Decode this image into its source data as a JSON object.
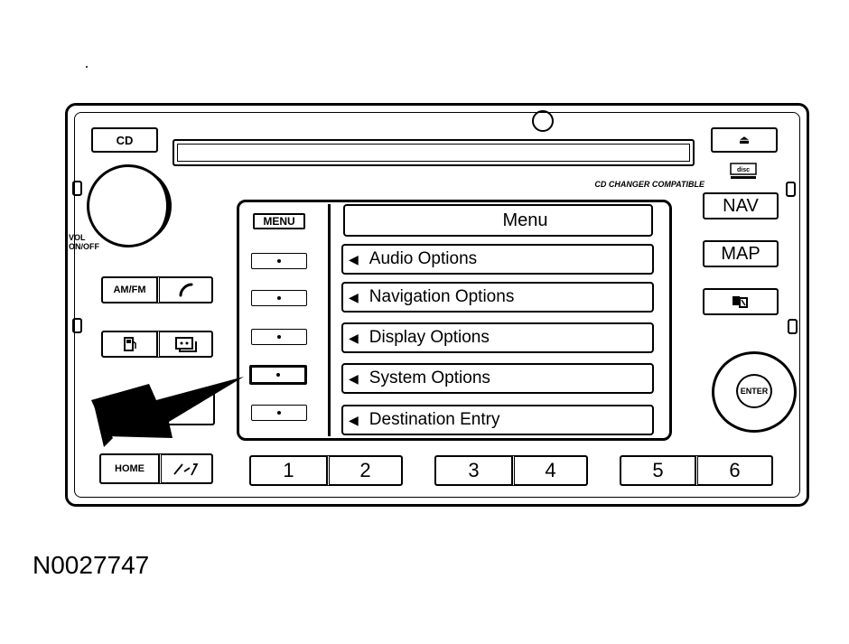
{
  "radio": {
    "cd_label": "CD",
    "eject_symbol": "⏏",
    "cd_logo": "DISC\nDIGITAL AUDIO",
    "changer_text": "CD CHANGER COMPATIBLE",
    "vol_label_1": "VOL",
    "vol_label_2": "ON/OFF",
    "am_fm_label": "AM/FM",
    "phone_symbol": "✆",
    "fuel_symbol": "⛽",
    "tape_symbol": "▭",
    "home_label": "HOME",
    "route_symbol": "⟋⁄?",
    "nav_label": "NAV",
    "map_label": "MAP",
    "map_pan_symbol": "⬚",
    "enter_label": "ENTER"
  },
  "screen": {
    "menu_tag": "MENU",
    "title": "Menu",
    "options": [
      {
        "label": "Audio Options"
      },
      {
        "label": "Navigation Options"
      },
      {
        "label": "Display Options"
      },
      {
        "label": "System Options"
      },
      {
        "label": "Destination Entry"
      }
    ],
    "row_marker": "◀"
  },
  "presets": [
    "1",
    "2",
    "3",
    "4",
    "5",
    "6"
  ],
  "figure_id": "N0027747",
  "callout": {
    "points_to": "System Options soft key"
  }
}
